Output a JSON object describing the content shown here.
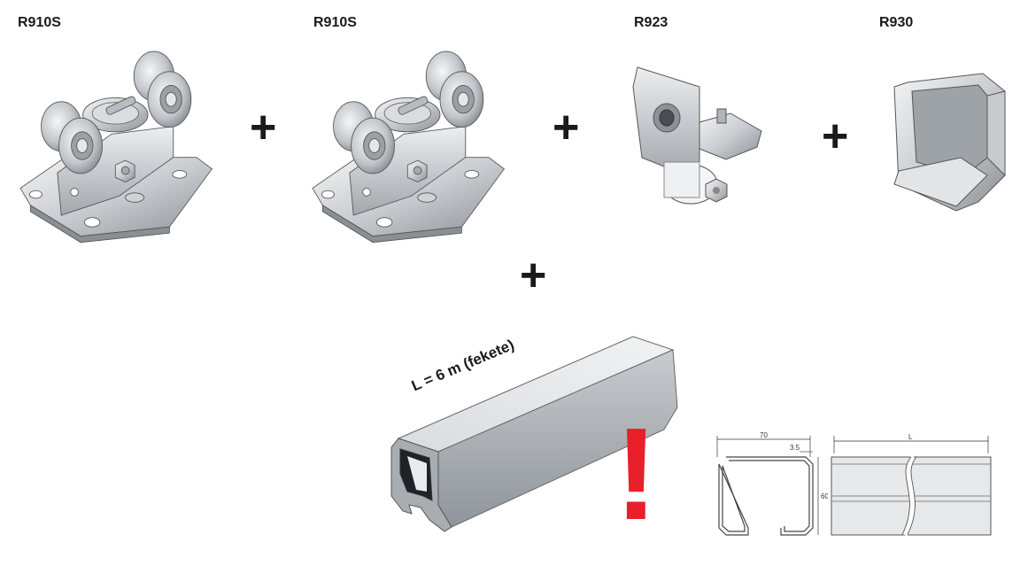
{
  "products": [
    {
      "code": "R910S"
    },
    {
      "code": "R910S"
    },
    {
      "code": "R923"
    },
    {
      "code": "R930"
    }
  ],
  "plus_symbol": "+",
  "rail": {
    "length_label": "L = 6 m (fekete)",
    "warning_mark": "!"
  },
  "drawing": {
    "width_dim": "70",
    "thickness_dim": "3.5",
    "height_dim": "60",
    "length_dim": "L"
  },
  "colors": {
    "steel_light": "#e4e6e8",
    "steel_mid": "#b8bcc0",
    "steel_dark": "#7e8388",
    "warning_red": "#e8202a"
  }
}
